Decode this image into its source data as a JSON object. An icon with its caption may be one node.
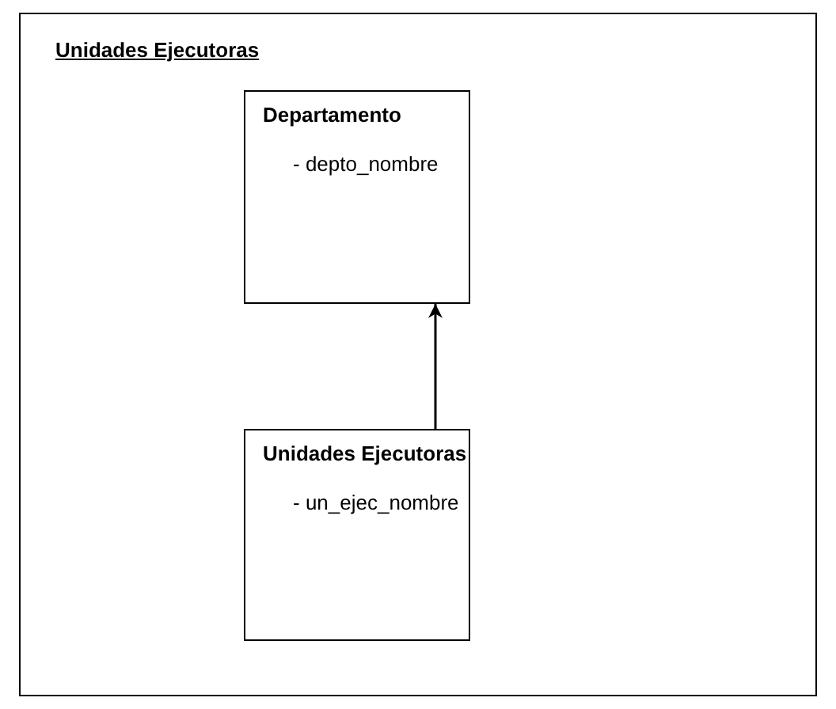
{
  "diagram": {
    "nodes": [
      {
        "text": [
          "Unidades Ejecutoras"
        ]
      },
      {
        "text": [
          "Departamento",
          "- depto_nombre"
        ],
        "in": 0
      },
      {
        "text": [
          "Unidades Ejecutoras",
          "- un_ejec_nombre"
        ],
        "in": 0
      }
    ],
    "edges": [
      {
        "from": 2,
        "to": 1,
        "arrow": "to"
      }
    ]
  }
}
